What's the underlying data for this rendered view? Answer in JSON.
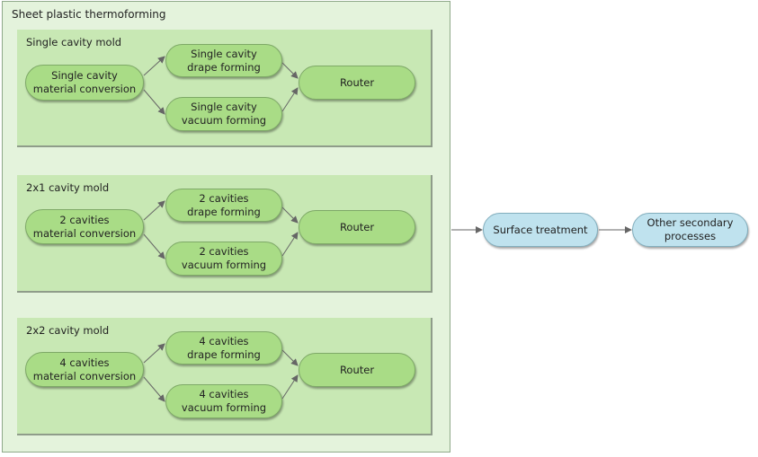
{
  "container": {
    "title": "Sheet plastic thermoforming"
  },
  "groups": [
    {
      "title": "Single cavity mold",
      "conversion": "Single cavity\nmaterial conversion",
      "drape": "Single cavity\ndrape forming",
      "vacuum": "Single cavity\nvacuum forming",
      "router": "Router"
    },
    {
      "title": "2x1 cavity mold",
      "conversion": "2 cavities\nmaterial conversion",
      "drape": "2 cavities\ndrape forming",
      "vacuum": "2 cavities\nvacuum forming",
      "router": "Router"
    },
    {
      "title": "2x2 cavity mold",
      "conversion": "4 cavities\nmaterial conversion",
      "drape": "4 cavities\ndrape forming",
      "vacuum": "4 cavities\nvacuum forming",
      "router": "Router"
    }
  ],
  "downstream": {
    "surface": "Surface treatment",
    "secondary": "Other secondary\nprocesses"
  },
  "colors": {
    "container_fill": "#e4f3dc",
    "group_fill": "#c8e8b4",
    "process_node": "#a9dc86",
    "downstream_node": "#bfe2ee",
    "arrow": "#666666"
  }
}
